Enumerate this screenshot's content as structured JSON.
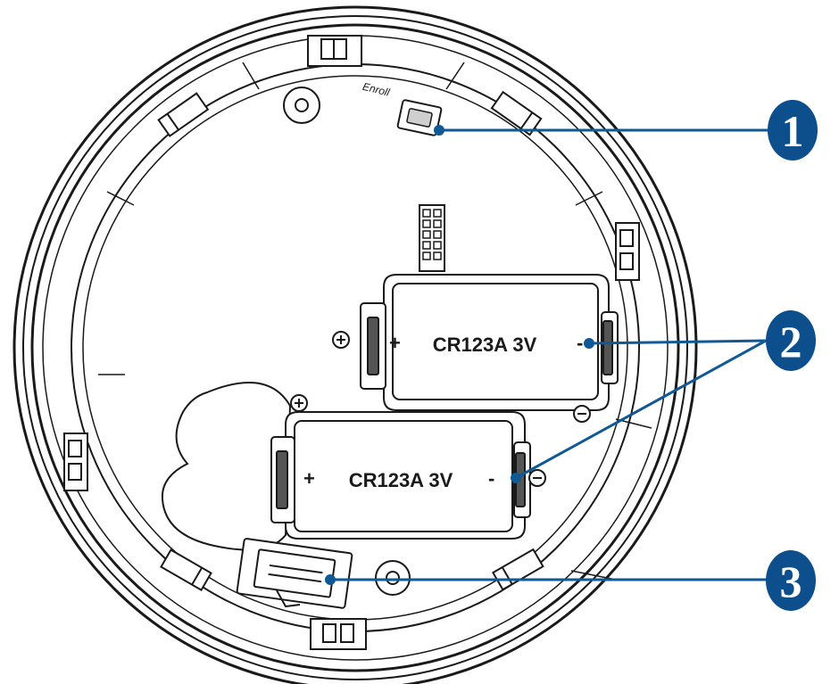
{
  "colors": {
    "line": "#1a1a1a",
    "callout": "#0f5a96",
    "callout_fill": "#0d4f8c",
    "callout_text": "#ffffff",
    "background": "#ffffff"
  },
  "enroll_label": "Enroll",
  "batteries": [
    {
      "label": "CR123A 3V",
      "plus": "+",
      "minus": "-"
    },
    {
      "label": "CR123A 3V",
      "plus": "+",
      "minus": "-"
    }
  ],
  "polarity_marks": [
    {
      "symbol": "plus",
      "meaning": "positive"
    },
    {
      "symbol": "minus",
      "meaning": "negative"
    },
    {
      "symbol": "plus",
      "meaning": "positive"
    },
    {
      "symbol": "minus",
      "meaning": "negative"
    }
  ],
  "callouts": [
    {
      "number": "1"
    },
    {
      "number": "2"
    },
    {
      "number": "3"
    }
  ]
}
